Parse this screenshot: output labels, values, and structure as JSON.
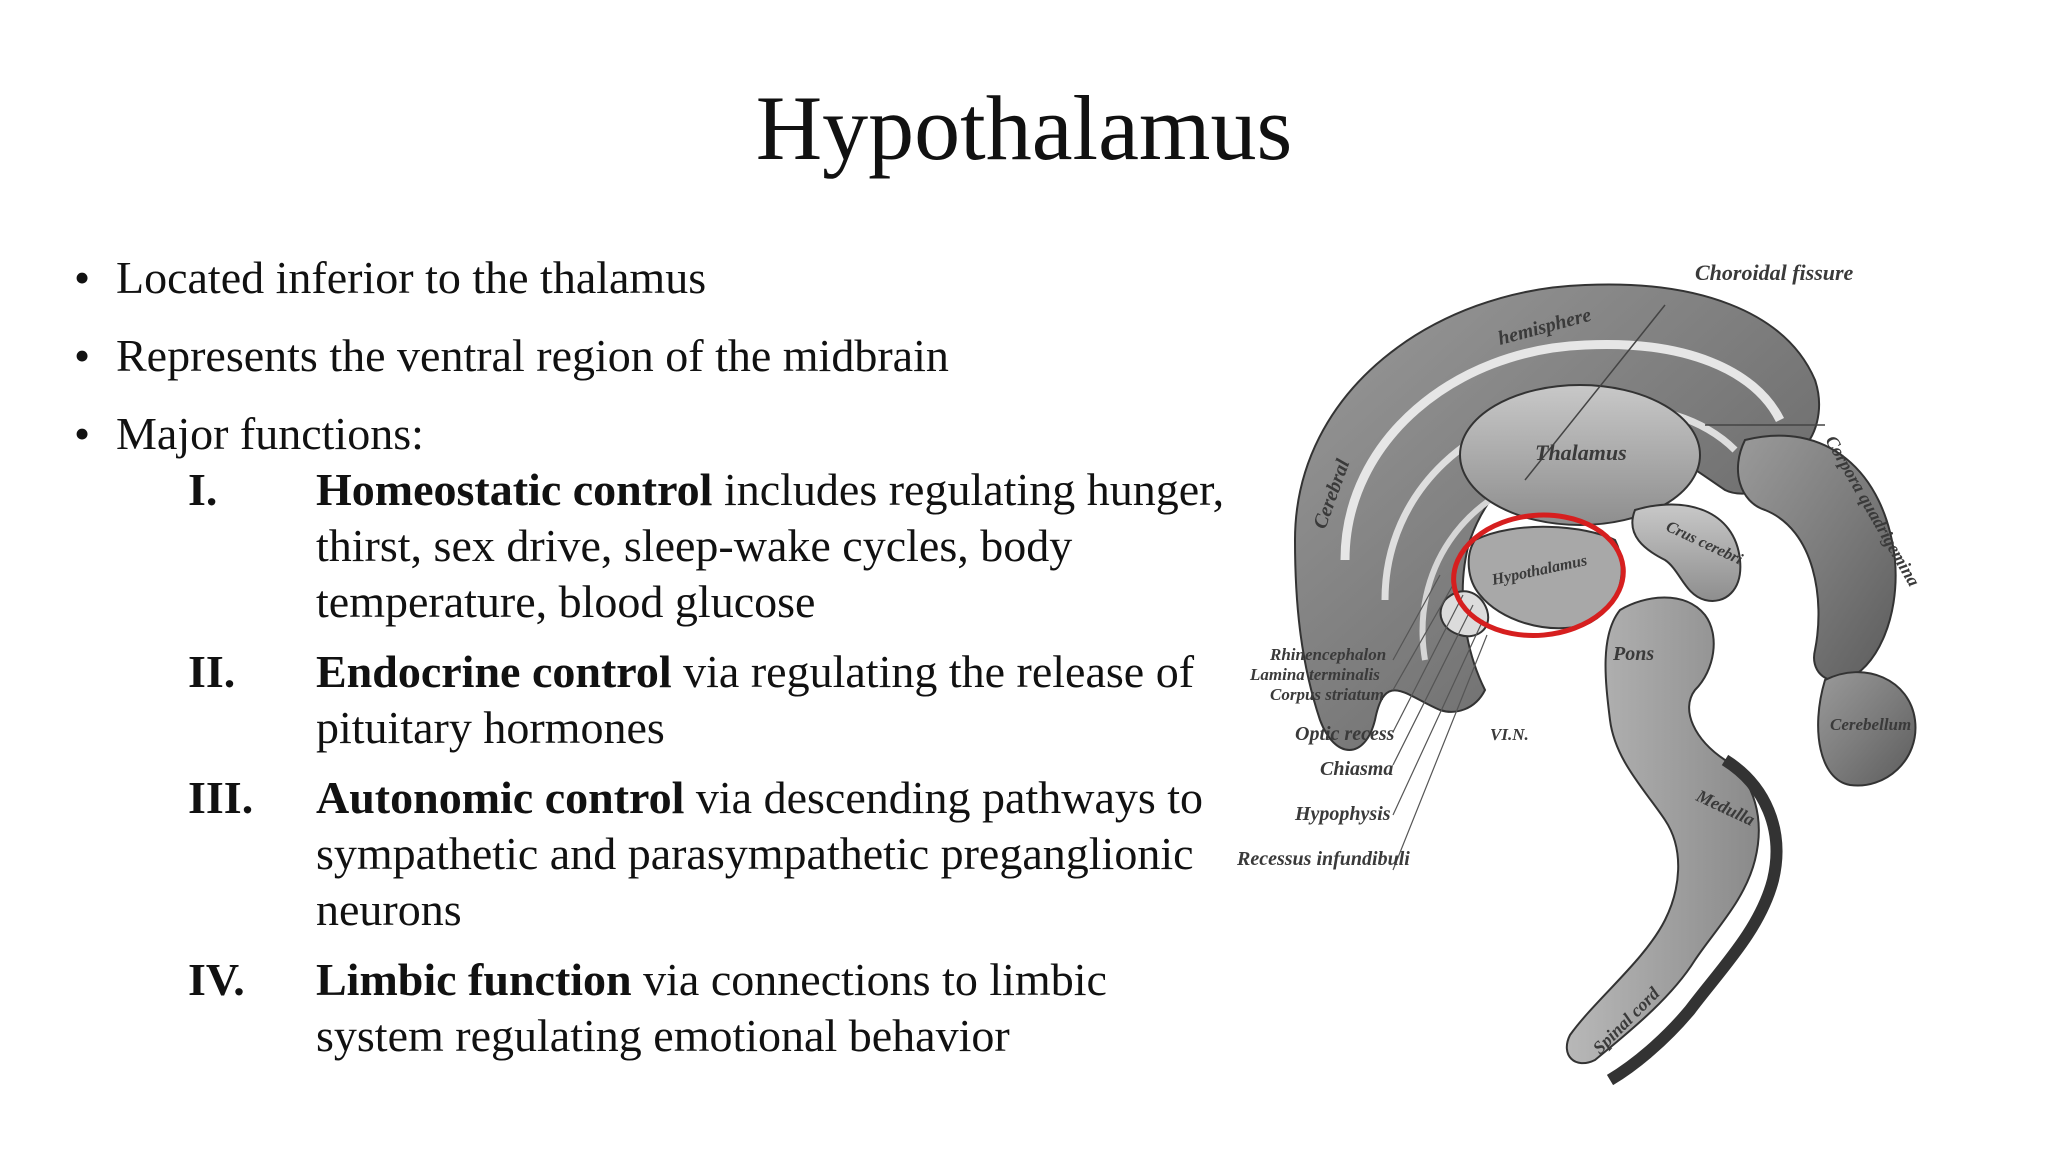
{
  "title": "Hypothalamus",
  "bullets": [
    "Located inferior to the thalamus",
    "Represents the ventral region of the midbrain",
    "Major functions:"
  ],
  "functions": [
    {
      "numeral": "I.",
      "bold": "Homeostatic control",
      "rest": " includes regulating hunger, thirst, sex drive, sleep-wake cycles, body temperature, blood glucose"
    },
    {
      "numeral": "II.",
      "bold": "Endocrine control",
      "rest": " via regulating the release of pituitary hormones"
    },
    {
      "numeral": "III.",
      "bold": "Autonomic control",
      "rest": " via descending pathways to sympathetic and parasympathetic preganglionic neurons"
    },
    {
      "numeral": "IV.",
      "bold": "Limbic function",
      "rest": " via connections to limbic system regulating emotional behavior"
    }
  ],
  "figure": {
    "labels": {
      "choroidal_fissure": "Choroidal fissure",
      "hemisphere": "hemisphere",
      "cerebral": "Cerebral",
      "thalamus": "Thalamus",
      "hypothalamus": "Hypothalamus",
      "corpus_quadrigemina": "Corpora quadrigemina",
      "crus_cerebri": "Crus cerebri",
      "pons": "Pons",
      "cerebellum": "Cerebellum",
      "medulla": "Medulla",
      "spinal_cord": "Spinal cord",
      "rhinencephalon": "Rhinencephalon",
      "lamina_terminalis": "Lamina terminalis",
      "corpus_striatum": "Corpus striatum",
      "optic_recess": "Optic recess",
      "chiasma": "Chiasma",
      "hypophysis": "Hypophysis",
      "recessus": "Recessus infundibuli",
      "vi_n": "VI.N."
    },
    "highlight_color": "#d61f1f"
  }
}
